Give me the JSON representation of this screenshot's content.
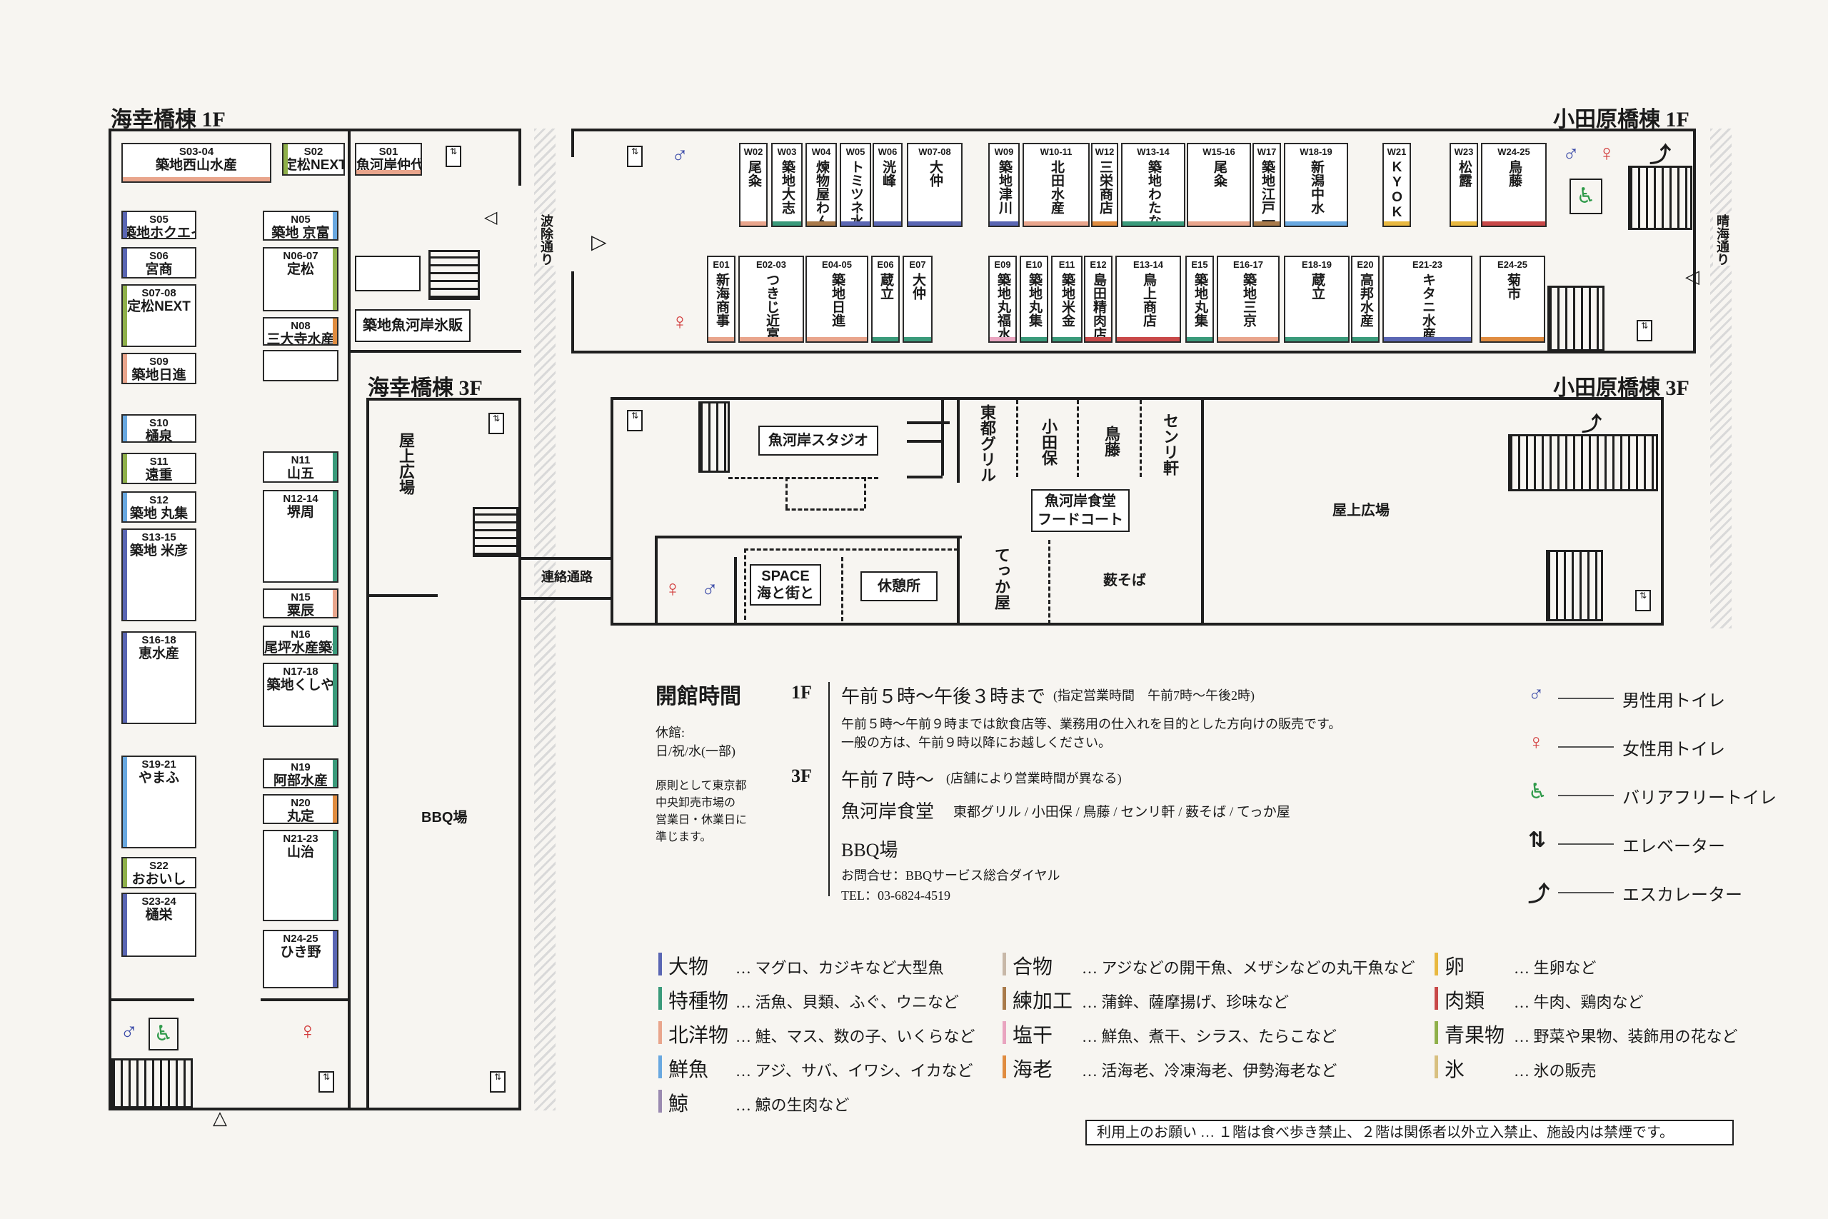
{
  "buildings": {
    "kaiko1f": "海幸橋棟 1F",
    "kaiko3f": "海幸橋棟 3F",
    "odawara1f": "小田原橋棟 1F",
    "odawara3f": "小田原橋棟 3F"
  },
  "streets": {
    "hajo": "波除通り",
    "harumi": "晴海通り",
    "renraku": "連絡通路"
  },
  "kaiko_1f": {
    "s_shops": [
      {
        "id": "S03-04",
        "name": "築地西山水産",
        "color": "#e9a58c"
      },
      {
        "id": "S02",
        "name": "定松NEXT",
        "color": "#8fb04a"
      },
      {
        "id": "S01",
        "name": "魚河岸仲代",
        "color": "#e9a58c"
      },
      {
        "id": "S05",
        "name": "築地ホクエイ",
        "color": "#5a66b3"
      },
      {
        "id": "S06",
        "name": "宮商",
        "color": "#5a66b3"
      },
      {
        "id": "S07-08",
        "name": "定松NEXT",
        "color": "#8fb04a"
      },
      {
        "id": "S09",
        "name": "築地日進",
        "color": "#e9a58c"
      },
      {
        "id": "S10",
        "name": "樋泉",
        "color": "#69a8e0"
      },
      {
        "id": "S11",
        "name": "遠重",
        "color": "#8fb04a"
      },
      {
        "id": "S12",
        "name": "築地 丸集",
        "color": "#69a8e0"
      },
      {
        "id": "S13-15",
        "name": "築地 米彦",
        "color": "#5a66b3"
      },
      {
        "id": "S16-18",
        "name": "恵水産",
        "color": "#5a66b3"
      },
      {
        "id": "S19-21",
        "name": "やまふ",
        "color": "#69a8e0"
      },
      {
        "id": "S22",
        "name": "おおいし",
        "color": "#8fb04a"
      },
      {
        "id": "S23-24",
        "name": "樋栄",
        "color": "#5a66b3"
      }
    ],
    "n_shops": [
      {
        "id": "N05",
        "name": "築地 京富",
        "color": "#69a8e0"
      },
      {
        "id": "N06-07",
        "name": "定松",
        "color": "#8fb04a"
      },
      {
        "id": "N08",
        "name": "三大寺水産",
        "color": "#e08c40"
      },
      {
        "id": "N11",
        "name": "山五",
        "color": "#3a9a7a"
      },
      {
        "id": "N12-14",
        "name": "堺周",
        "color": "#3a9a7a"
      },
      {
        "id": "N15",
        "name": "粟辰",
        "color": "#e9a58c"
      },
      {
        "id": "N16",
        "name": "尾坪水産築地",
        "color": "#3a9a7a"
      },
      {
        "id": "N17-18",
        "name": "築地くしや",
        "color": "#3a9a7a"
      },
      {
        "id": "N19",
        "name": "阿部水産",
        "color": "#3a9a7a"
      },
      {
        "id": "N20",
        "name": "丸定",
        "color": "#e08c40"
      },
      {
        "id": "N21-23",
        "name": "山治",
        "color": "#3a9a7a"
      },
      {
        "id": "N24-25",
        "name": "ひき野",
        "color": "#5a66b3"
      }
    ],
    "ice": "築地魚河岸氷販"
  },
  "kaiko_3f": {
    "rooftop": "屋上広場",
    "bbq": "BBQ場"
  },
  "odawara_1f": {
    "w_shops": [
      {
        "id": "W02",
        "name": "尾粂",
        "color": "#e9a58c"
      },
      {
        "id": "W03",
        "name": "築地大志",
        "color": "#3a9a7a"
      },
      {
        "id": "W04",
        "name": "煉物屋わん",
        "color": "#a97a4a"
      },
      {
        "id": "W05",
        "name": "トミツネ水産",
        "color": "#5a66b3"
      },
      {
        "id": "W06",
        "name": "洸峰",
        "color": "#5a66b3"
      },
      {
        "id": "W07-08",
        "name": "大仲",
        "color": "#5a66b3"
      },
      {
        "id": "W09",
        "name": "築地津川",
        "color": "#5a66b3"
      },
      {
        "id": "W10-11",
        "name": "北田水産",
        "color": "#e9a58c"
      },
      {
        "id": "W12",
        "name": "三栄商店",
        "color": "#e08c40"
      },
      {
        "id": "W13-14",
        "name": "築地わたなべ",
        "color": "#3a9a7a"
      },
      {
        "id": "W15-16",
        "name": "尾粂",
        "color": "#e9a58c"
      },
      {
        "id": "W17",
        "name": "築地江戸一",
        "color": "#a97a4a"
      },
      {
        "id": "W18-19",
        "name": "新潟中水",
        "color": "#69a8e0"
      },
      {
        "id": "W21",
        "name": "KYOKUTO",
        "color": "#e8b840"
      },
      {
        "id": "W23",
        "name": "松露",
        "color": "#e8b840"
      },
      {
        "id": "W24-25",
        "name": "鳥藤",
        "color": "#c84848"
      }
    ],
    "e_shops": [
      {
        "id": "E01",
        "name": "新海商事",
        "color": "#e9a58c"
      },
      {
        "id": "E02-03",
        "name": "つきじ近富",
        "color": "#e9a58c"
      },
      {
        "id": "E04-05",
        "name": "築地日進",
        "color": "#e9a58c"
      },
      {
        "id": "E06",
        "name": "蔵立",
        "color": "#3a9a7a"
      },
      {
        "id": "E07",
        "name": "大仲",
        "color": "#3a9a7a"
      },
      {
        "id": "E09",
        "name": "築地丸福水産",
        "color": "#e9a5c0"
      },
      {
        "id": "E10",
        "name": "築地丸集",
        "color": "#3a9a7a"
      },
      {
        "id": "E11",
        "name": "築地米金",
        "color": "#3a9a7a"
      },
      {
        "id": "E12",
        "name": "島田精肉店",
        "color": "#c84848"
      },
      {
        "id": "E13-14",
        "name": "鳥上商店",
        "color": "#c84848"
      },
      {
        "id": "E15",
        "name": "築地丸集",
        "color": "#3a9a7a"
      },
      {
        "id": "E16-17",
        "name": "築地三京",
        "color": "#e9a58c"
      },
      {
        "id": "E18-19",
        "name": "蔵立",
        "color": "#3a9a7a"
      },
      {
        "id": "E20",
        "name": "高邦水産",
        "color": "#3a9a7a"
      },
      {
        "id": "E21-23",
        "name": "キタニ水産",
        "color": "#5a66b3"
      },
      {
        "id": "E24-25",
        "name": "菊市",
        "color": "#e08c40"
      }
    ]
  },
  "odawara_3f": {
    "studio": "魚河岸スタジオ",
    "tonto": "東都グリル",
    "kotaho": "小田保",
    "torifuji": "鳥藤",
    "senri": "センリ軒",
    "food_court_1": "魚河岸食堂",
    "food_court_2": "フードコート",
    "rooftop": "屋上広場",
    "space_1": "SPACE",
    "space_2": "海と街と",
    "rest": "休憩所",
    "tekka": "てっか屋",
    "yabu": "薮そば"
  },
  "hours": {
    "title": "開館時間",
    "closed_label": "休館:",
    "closed_days": "日/祝/水(一部)",
    "note_lines": [
      "原則として東京都",
      "中央卸売市場の",
      "営業日・休業日に",
      "準じます。"
    ],
    "f1_label": "1F",
    "f1_time": "午前５時〜午後３時まで",
    "f1_time_note": "(指定営業時間　午前7時〜午後2時)",
    "f1_line1": "午前５時〜午前９時までは飲食店等、業務用の仕入れを目的とした方向けの販売です。",
    "f1_line2": "一般の方は、午前９時以降にお越しください。",
    "f3_label": "3F",
    "f3_time": "午前７時〜",
    "f3_time_note": "(店舗により営業時間が異なる)",
    "food_title": "魚河岸食堂",
    "food_list": "東都グリル / 小田保 / 鳥藤 / センリ軒 / 薮そば / てっか屋",
    "bbq_title": "BBQ場",
    "bbq_contact": "お問合せ：BBQサービス総合ダイヤル",
    "bbq_tel": "TEL：03-6824-4519"
  },
  "facility_legend": [
    {
      "icon": "male-toilet-icon",
      "label": "男性用トイレ",
      "color": "#3a4aa8"
    },
    {
      "icon": "female-toilet-icon",
      "label": "女性用トイレ",
      "color": "#d23c3c"
    },
    {
      "icon": "barrier-free-toilet-icon",
      "label": "バリアフリートイレ",
      "color": "#2f9a4a"
    },
    {
      "icon": "elevator-icon",
      "label": "エレベーター",
      "color": "#1f1f1f"
    },
    {
      "icon": "escalator-icon",
      "label": "エスカレーター",
      "color": "#1f1f1f"
    }
  ],
  "categories": [
    {
      "name": "大物",
      "desc": "… マグロ、カジキなど大型魚",
      "color": "#5a66b3"
    },
    {
      "name": "特種物",
      "desc": "… 活魚、貝類、ふぐ、ウニなど",
      "color": "#3a9a7a"
    },
    {
      "name": "北洋物",
      "desc": "… 鮭、マス、数の子、いくらなど",
      "color": "#e9a58c"
    },
    {
      "name": "鮮魚",
      "desc": "… アジ、サバ、イワシ、イカなど",
      "color": "#69a8e0"
    },
    {
      "name": "鯨",
      "desc": "… 鯨の生肉など",
      "color": "#9a8ab0"
    },
    {
      "name": "合物",
      "desc": "… アジなどの開干魚、メザシなどの丸干魚など",
      "color": "#c8b8a8"
    },
    {
      "name": "練加工",
      "desc": "… 蒲鉾、薩摩揚げ、珍味など",
      "color": "#a97a4a"
    },
    {
      "name": "塩干",
      "desc": "… 鮮魚、煮干、シラス、たらこなど",
      "color": "#e9a5c0"
    },
    {
      "name": "海老",
      "desc": "… 活海老、冷凍海老、伊勢海老など",
      "color": "#e08c40"
    },
    {
      "name": "卵",
      "desc": "… 生卵など",
      "color": "#e8b840"
    },
    {
      "name": "肉類",
      "desc": "… 牛肉、鶏肉など",
      "color": "#c84848"
    },
    {
      "name": "青果物",
      "desc": "… 野菜や果物、装飾用の花など",
      "color": "#8fb04a"
    },
    {
      "name": "氷",
      "desc": "… 氷の販売",
      "color": "#d8c080"
    }
  ],
  "notice": "利用上のお願い … １階は食べ歩き禁止、２階は関係者以外立入禁止、施設内は禁煙です。"
}
